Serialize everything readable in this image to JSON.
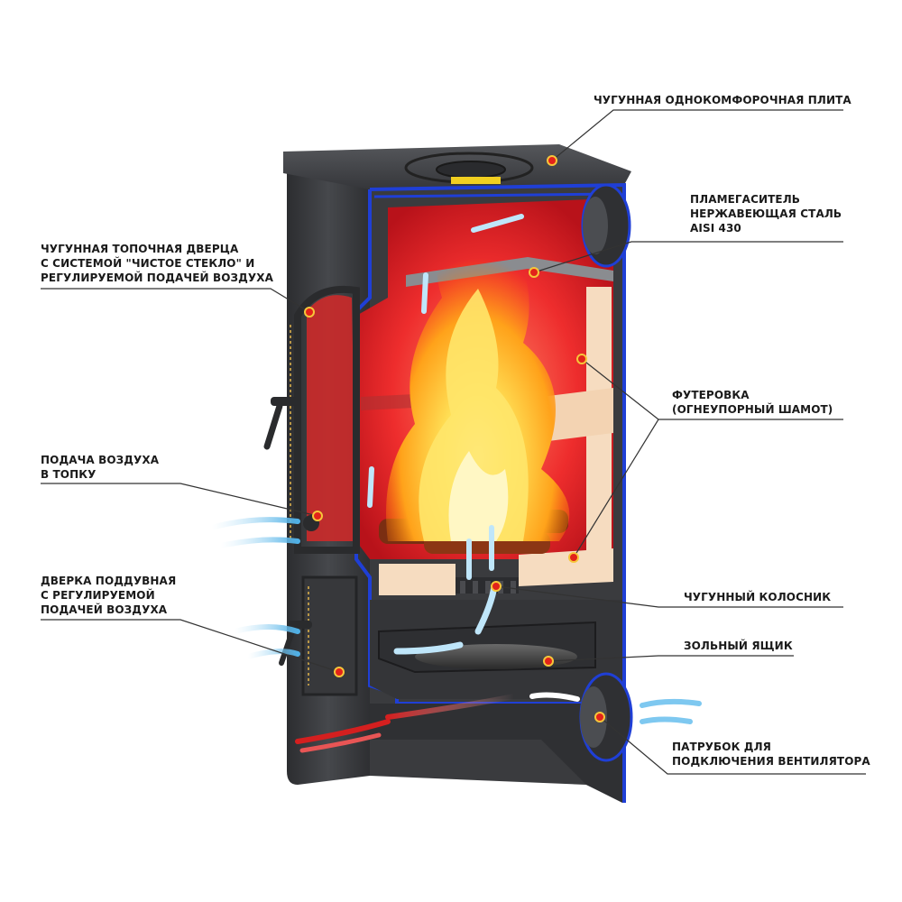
{
  "labels": {
    "cooktop": {
      "lines": [
        "ЧУГУННАЯ ОДНОКОМФОРОЧНАЯ ПЛИТА"
      ]
    },
    "flame_damper": {
      "lines": [
        "ПЛАМЕГАСИТЕЛЬ",
        "НЕРЖАВЕЮЩАЯ СТАЛЬ",
        "AISI 430"
      ]
    },
    "firebox_door": {
      "lines": [
        "ЧУГУННАЯ ТОПОЧНАЯ ДВЕРЦА",
        "С СИСТЕМОЙ \"ЧИСТОЕ СТЕКЛО\" И",
        "РЕГУЛИРУЕМОЙ ПОДАЧЕЙ ВОЗДУХА"
      ]
    },
    "lining": {
      "lines": [
        "ФУТЕРОВКА",
        "(ОГНЕУПОРНЫЙ ШАМОТ)"
      ]
    },
    "air_supply": {
      "lines": [
        "ПОДАЧА ВОЗДУХА",
        "В ТОПКУ"
      ]
    },
    "ash_door": {
      "lines": [
        "ДВЕРКА ПОДДУВНАЯ",
        "С РЕГУЛИРУЕМОЙ",
        "ПОДАЧЕЙ ВОЗДУХА"
      ]
    },
    "grate": {
      "lines": [
        "ЧУГУННЫЙ КОЛОСНИК"
      ]
    },
    "ash_box": {
      "lines": [
        "ЗОЛЬНЫЙ ЯЩИК"
      ]
    },
    "fan_pipe": {
      "lines": [
        "ПАТРУБОК ДЛЯ",
        "ПОДКЛЮЧЕНИЯ ВЕНТИЛЯТОРА"
      ]
    }
  },
  "colors": {
    "stove_body": "#3d3f42",
    "stove_dark": "#2a2b2d",
    "section_outline": "#1f3fd6",
    "fire_glow": "#e8262b",
    "flame_yellow": "#ffd23a",
    "flame_orange": "#ff7a10",
    "chamotte": "#f6dcc0",
    "marker": "#e2231a",
    "marker_ring": "#f6c63a",
    "leader_line": "#333333",
    "air_arrow": "#7ec8f0",
    "hot_arrow": "#e23a3a"
  }
}
